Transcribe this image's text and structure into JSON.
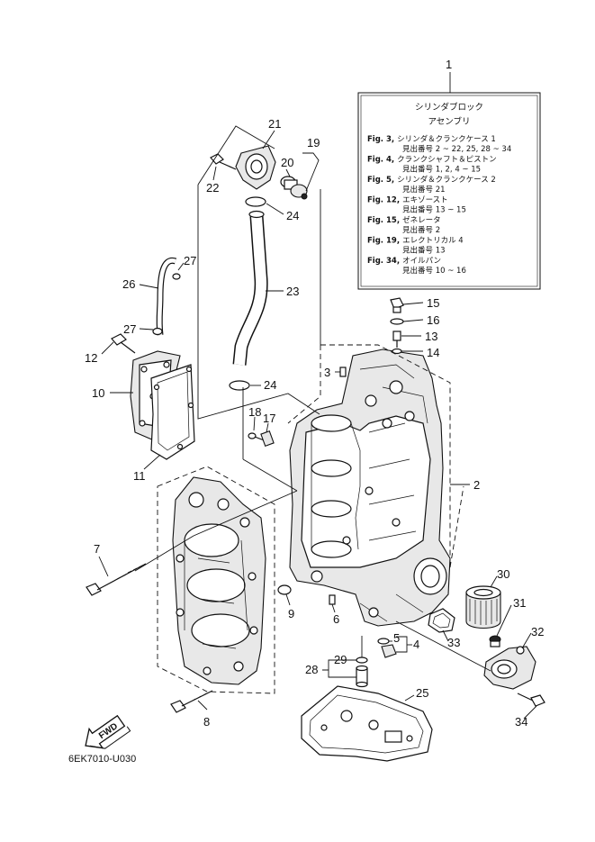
{
  "assembly": {
    "ref_number": "1",
    "title_line1": "シリンダブロック",
    "title_line2": "アセンブリ",
    "references": [
      {
        "fig": "Fig. 3,",
        "name": "シリンダ＆クランクケース 1",
        "items": "見出番号 2 ~ 22, 25, 28 ~ 34"
      },
      {
        "fig": "Fig. 4,",
        "name": "クランクシャフト＆ピストン",
        "items": "見出番号 1, 2, 4 ~ 15"
      },
      {
        "fig": "Fig. 5,",
        "name": "シリンダ＆クランクケース 2",
        "items": "見出番号 21"
      },
      {
        "fig": "Fig. 12,",
        "name": "エキゾースト",
        "items": "見出番号 13 ~ 15"
      },
      {
        "fig": "Fig. 15,",
        "name": "ゼネレータ",
        "items": "見出番号 2"
      },
      {
        "fig": "Fig. 19,",
        "name": "エレクトリカル 4",
        "items": "見出番号 13"
      },
      {
        "fig": "Fig. 34,",
        "name": "オイルパン",
        "items": "見出番号 10 ~ 16"
      }
    ]
  },
  "callouts": [
    "2",
    "3",
    "4",
    "5",
    "6",
    "7",
    "8",
    "9",
    "10",
    "11",
    "12",
    "13",
    "14",
    "15",
    "16",
    "17",
    "18",
    "19",
    "20",
    "21",
    "22",
    "23",
    "24",
    "24",
    "25",
    "26",
    "27",
    "27",
    "28",
    "29",
    "30",
    "31",
    "32",
    "33",
    "34"
  ],
  "direction_label": "FWD",
  "drawing_code": "6EK7010-U030"
}
